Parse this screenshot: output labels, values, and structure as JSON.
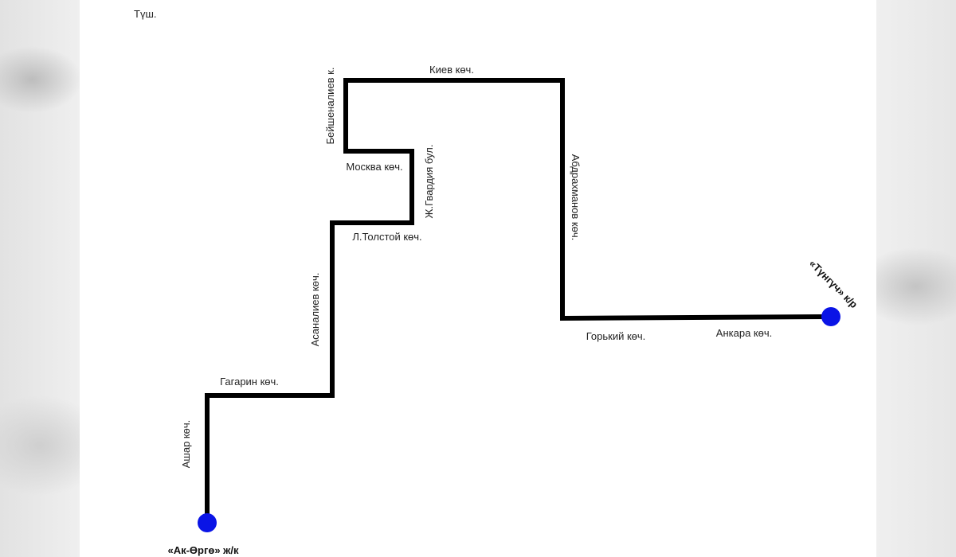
{
  "direction_label": "Түш.",
  "colors": {
    "route": "#000000",
    "stop": "#0a14e6",
    "text": "#222222"
  },
  "streets": [
    {
      "id": "ashar",
      "label": "Ашар көч."
    },
    {
      "id": "gagarin",
      "label": "Гагарин көч."
    },
    {
      "id": "asanaliev",
      "label": "Асаналиев көч."
    },
    {
      "id": "ltolstoy",
      "label": "Л.Толстой көч."
    },
    {
      "id": "zhgvardiya",
      "label": "Ж.Гвардия бул."
    },
    {
      "id": "moskva",
      "label": "Москва көч."
    },
    {
      "id": "beishenaliev",
      "label": "Бейшеналиев к."
    },
    {
      "id": "kiev",
      "label": "Киев көч."
    },
    {
      "id": "abdrakhmanov",
      "label": "Абдрахманов көч."
    },
    {
      "id": "gorkiy",
      "label": "Горький көч."
    },
    {
      "id": "ankara",
      "label": "Анкара көч."
    }
  ],
  "stops": [
    {
      "id": "ak-orgo",
      "label": "«Ак-Өргө» ж/к"
    },
    {
      "id": "tunguch",
      "label": "«Түнгүч» к/р"
    }
  ]
}
